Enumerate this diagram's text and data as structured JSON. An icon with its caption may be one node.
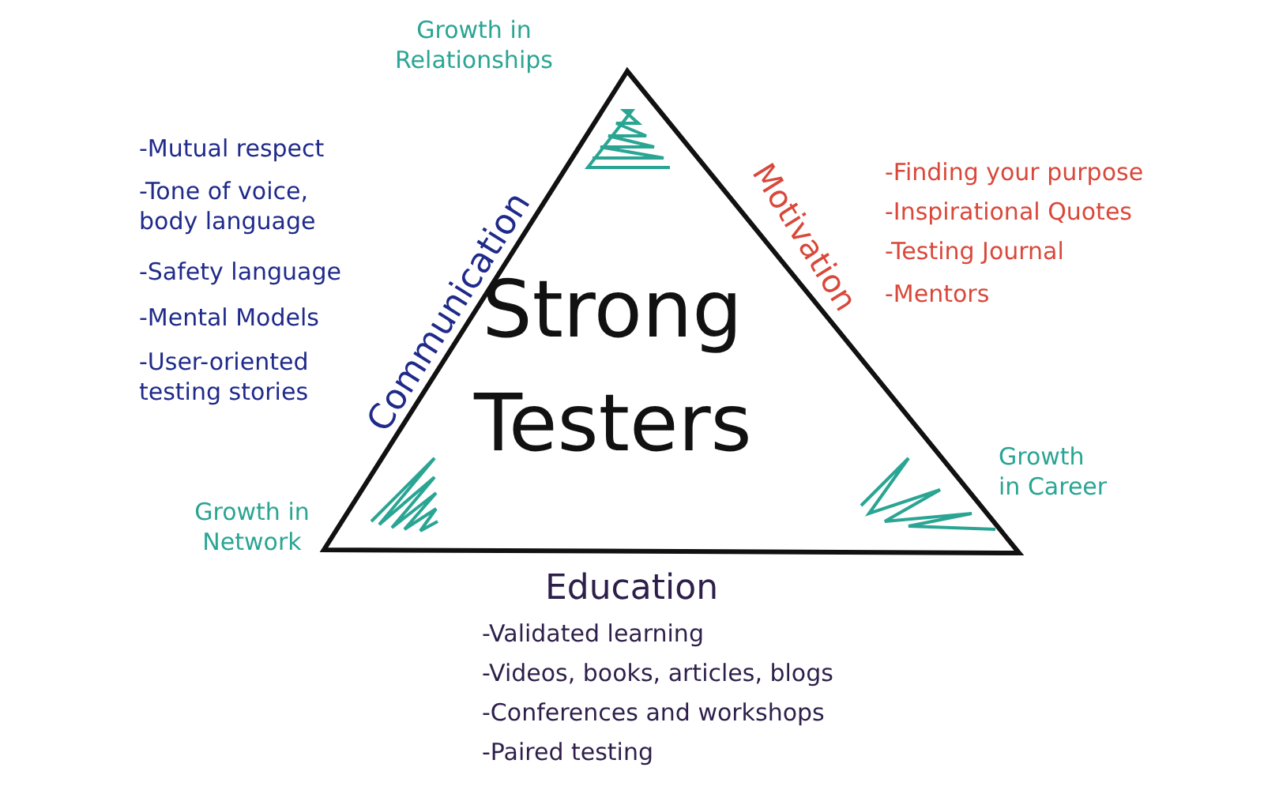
{
  "diagram": {
    "nodes": [
      {
        "text": [
          "Strong Testers"
        ]
      }
    ],
    "labels": [
      "Growth in Relationships",
      "-Mutual respect",
      "-Tone of voice, body language",
      "-Safety language",
      "-Mental Models",
      "-User-oriented testing stories",
      "Communication",
      "Motivation",
      "-Finding your purpose",
      "-Inspirational Quotes",
      "-Testing Journal",
      "-Mentors",
      "Growth in Career",
      "Growth in Network",
      "Education",
      "-Validated learning",
      "-Videos, books, articles, blogs",
      "-Conferences and workshops",
      "-Paired testing"
    ]
  }
}
